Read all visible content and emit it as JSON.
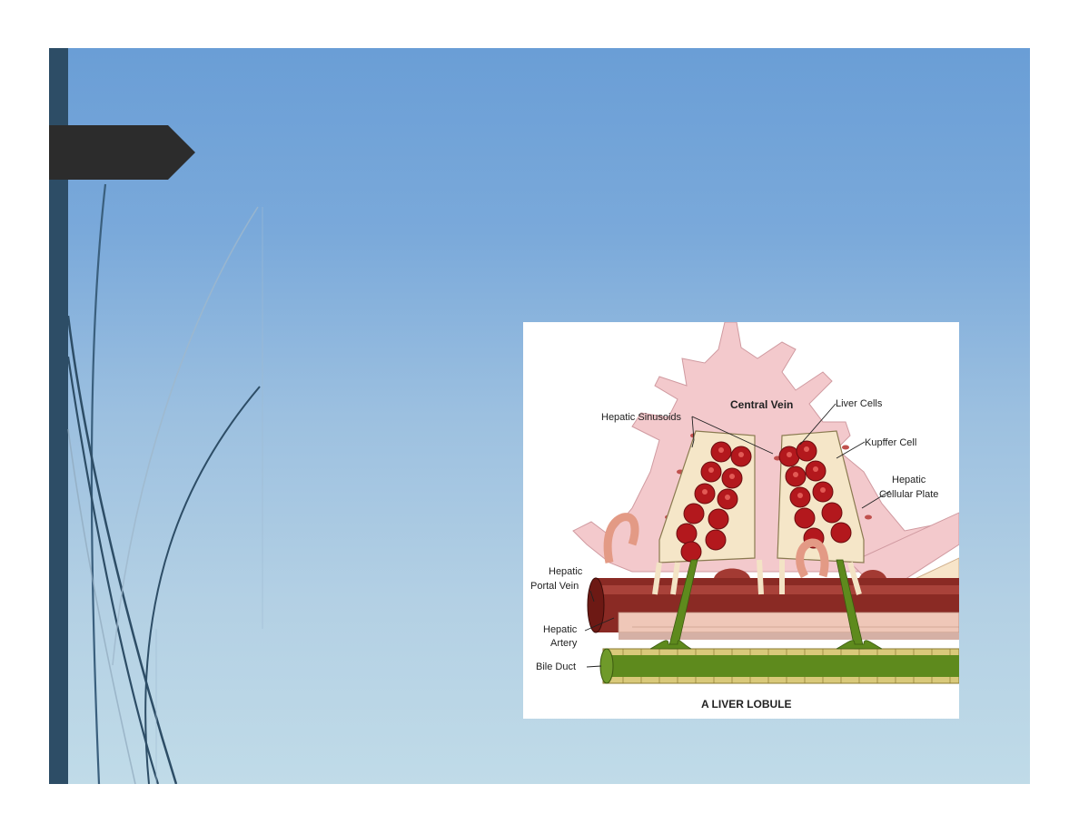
{
  "slide": {
    "background_top": "#6a9ed6",
    "background_bottom": "#c0dbe8",
    "accent_bar_color": "#2d4d66",
    "title_arrow_color": "#2c2c2c"
  },
  "figure": {
    "title": "A LIVER LOBULE",
    "labels": {
      "central_vein": "Central Vein",
      "liver_cells": "Liver Cells",
      "hepatic_sinusoids": "Hepatic Sinusoids",
      "kupffer_cell": "Kupffer Cell",
      "hepatic_cellular_plate_1": "Hepatic",
      "hepatic_cellular_plate_2": "Cellular Plate",
      "hepatic_portal_vein_1": "Hepatic",
      "hepatic_portal_vein_2": "Portal Vein",
      "hepatic_artery_1": "Hepatic",
      "hepatic_artery_2": "Artery",
      "bile_duct": "Bile Duct"
    }
  }
}
